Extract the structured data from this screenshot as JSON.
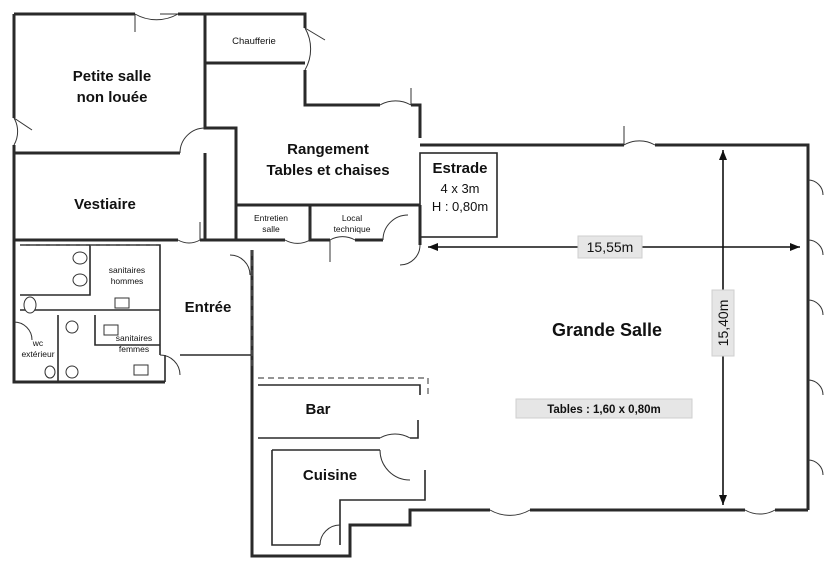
{
  "rooms": {
    "petite_salle": [
      "Petite salle",
      "non louée"
    ],
    "chaufferie": "Chaufferie",
    "rangement": [
      "Rangement",
      "Tables et chaises"
    ],
    "estrade": [
      "Estrade",
      "4 x 3m",
      "H : 0,80m"
    ],
    "vestiaire": "Vestiaire",
    "entretien": [
      "Entretien",
      "salle"
    ],
    "local_technique": [
      "Local",
      "technique"
    ],
    "sanitaires_hommes": [
      "sanitaires",
      "hommes"
    ],
    "sanitaires_femmes": [
      "sanitaires",
      "femmes"
    ],
    "wc_exterieur": [
      "wc",
      "extérieur"
    ],
    "entree": "Entrée",
    "grande_salle": "Grande Salle",
    "bar": "Bar",
    "cuisine": "Cuisine"
  },
  "dimensions": {
    "width": "15,55m",
    "height": "15,40m"
  },
  "tables_note": "Tables : 1,60 x 0,80m"
}
